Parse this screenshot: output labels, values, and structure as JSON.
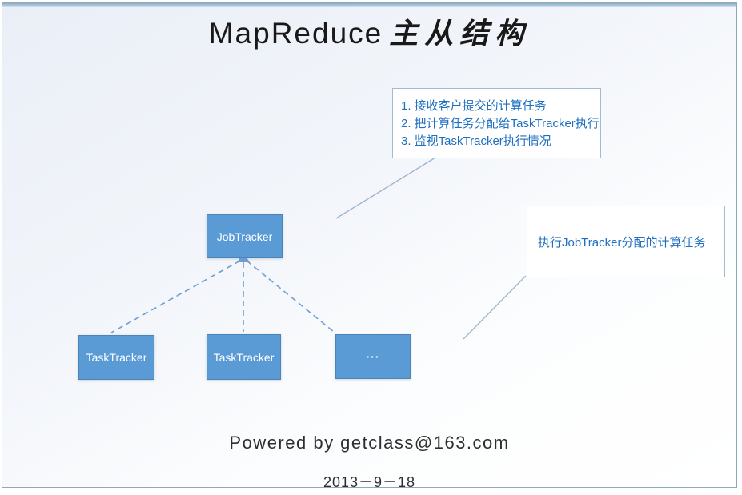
{
  "slide": {
    "title_latin": "MapReduce",
    "title_cjk": "主从结构"
  },
  "notes": {
    "jobtracker_duties": {
      "line1": "1. 接收客户提交的计算任务",
      "line2": "2. 把计算任务分配给TaskTracker执行",
      "line3": "3. 监视TaskTracker执行情况"
    },
    "tasktracker_duty": "执行JobTracker分配的计算任务"
  },
  "nodes": {
    "jobtracker": "JobTracker",
    "tasktracker_left": "TaskTracker",
    "tasktracker_middle": "TaskTracker",
    "tasktracker_more": "···"
  },
  "footer": {
    "powered_by": "Powered by getclass@163.com",
    "date": "2013－9－18"
  },
  "colors": {
    "node_fill": "#5b9bd5",
    "note_text": "#1f6fc0",
    "dashed_line": "#6f9ed6",
    "connector_line": "#9db6d0"
  }
}
